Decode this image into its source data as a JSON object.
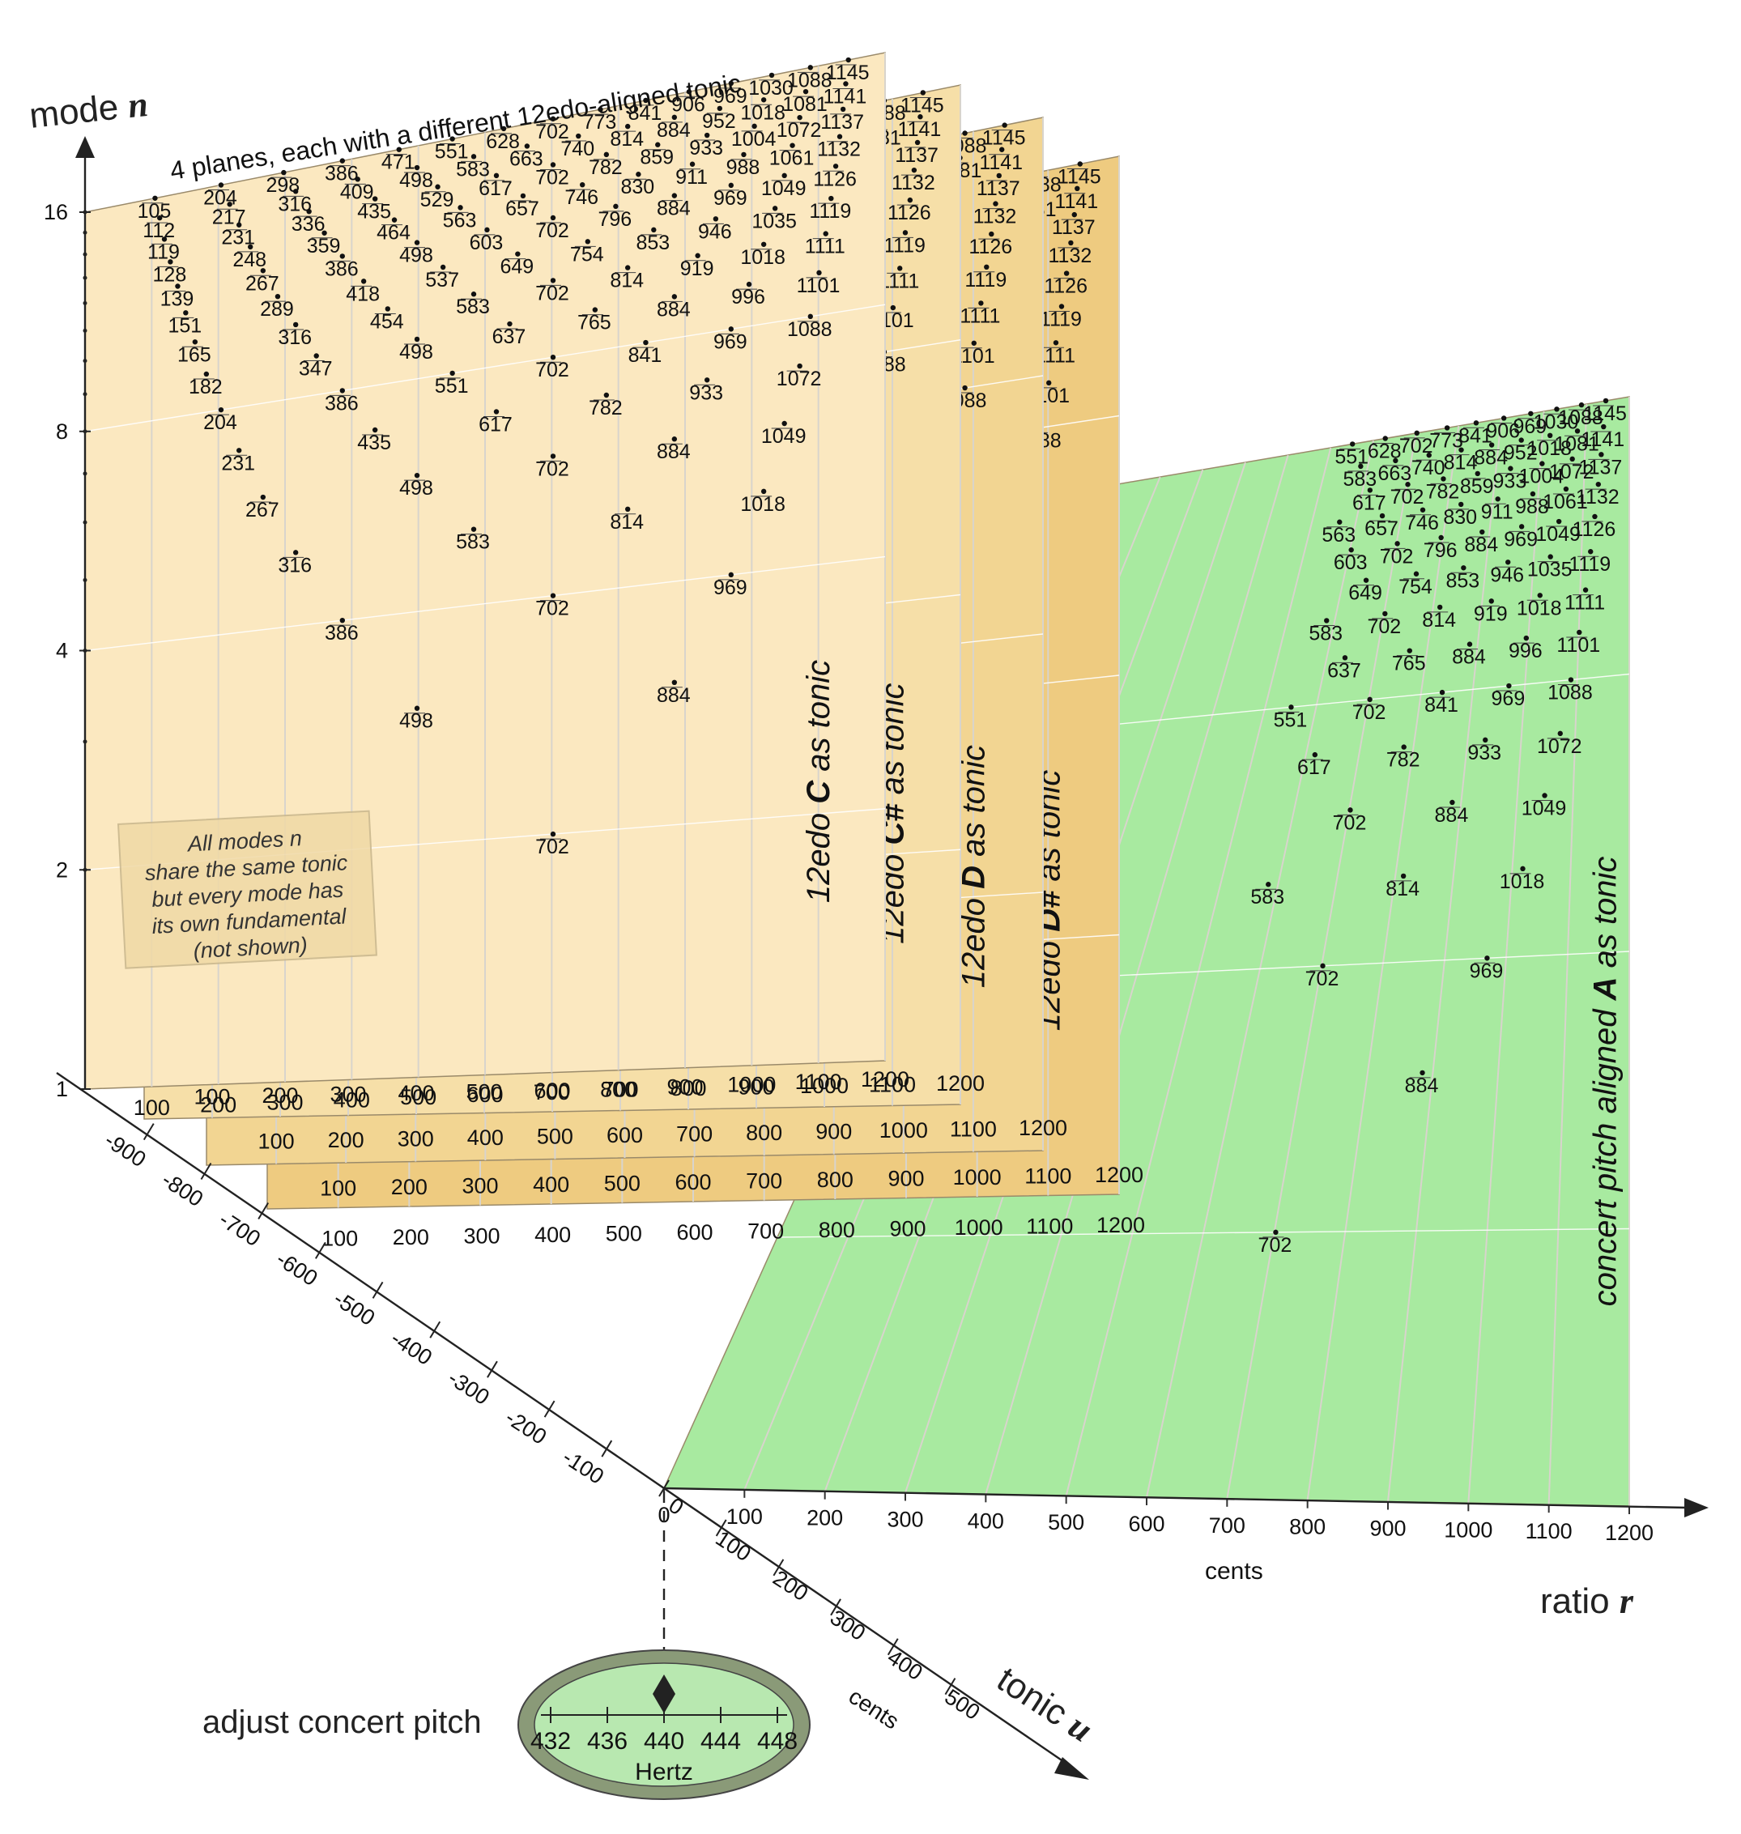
{
  "figure": {
    "mode_axis_label": "mode",
    "mode_axis_var": "n",
    "ratio_axis_label": "ratio",
    "ratio_axis_var": "r",
    "tonic_axis_label": "tonic",
    "tonic_axis_var": "u",
    "cents_label": "cents",
    "planes_caption": "4 planes, each with a different 12edo-aligned tonic",
    "note": [
      "All modes n",
      "share the same tonic",
      "but every mode has",
      "its own fundamental",
      "(not shown)"
    ],
    "concert_pitch_label": "adjust concert pitch",
    "hertz_label": "Hertz",
    "hertz_ticks": [
      "432",
      "436",
      "440",
      "444",
      "448"
    ],
    "mode_ticks": [
      "1",
      "2",
      "4",
      "8",
      "16"
    ],
    "ratio_ticks": [
      "0",
      "100",
      "200",
      "300",
      "400",
      "500",
      "600",
      "700",
      "800",
      "900",
      "1000",
      "1100",
      "1200"
    ],
    "ratio_ticks_short": [
      "100",
      "200",
      "300",
      "400",
      "500",
      "600",
      "700",
      "800",
      "900",
      "1000",
      "1100",
      "1200"
    ],
    "tonic_ticks_neg": [
      "-900",
      "-800",
      "-700",
      "-600",
      "-500",
      "-400",
      "-300",
      "-200",
      "-100"
    ],
    "tonic_ticks_pos": [
      "0",
      "100",
      "200",
      "300",
      "400",
      "500"
    ],
    "plane_titles": [
      {
        "prefix": "12edo ",
        "key": "C",
        "suffix": " as tonic"
      },
      {
        "prefix": "12edo ",
        "key": "C#",
        "suffix": " as tonic"
      },
      {
        "prefix": "12edo ",
        "key": "D",
        "suffix": " as tonic"
      },
      {
        "prefix": "12edo ",
        "key": "D#",
        "suffix": " as tonic"
      },
      {
        "prefix": "concert pitch aligned ",
        "key": "A",
        "suffix": " as tonic"
      }
    ],
    "colors": {
      "plane_c": "#fbe8c0",
      "plane_cs": "#f6dfa8",
      "plane_d": "#f2d592",
      "plane_ds": "#eecb80",
      "plane_a": "#a8eaa0",
      "dial_outer": "#8a9a78",
      "dial_inner": "#b8e8b0"
    }
  },
  "chart_data": {
    "type": "scatter",
    "description_units": "harmonic n over mode m, value in cents",
    "modes": [
      {
        "n": 2,
        "cents": [
          702
        ]
      },
      {
        "n": 3,
        "cents": [
          498,
          884
        ]
      },
      {
        "n": 4,
        "cents": [
          386,
          702,
          969
        ]
      },
      {
        "n": 5,
        "cents": [
          316,
          583,
          814,
          1018
        ]
      },
      {
        "n": 6,
        "cents": [
          267,
          498,
          702,
          884,
          1049
        ]
      },
      {
        "n": 7,
        "cents": [
          231,
          435,
          617,
          782,
          933,
          1072
        ]
      },
      {
        "n": 8,
        "cents": [
          204,
          386,
          551,
          702,
          841,
          969,
          1088
        ]
      },
      {
        "n": 9,
        "cents": [
          182,
          347,
          498,
          637,
          765,
          884,
          996,
          1101
        ]
      },
      {
        "n": 10,
        "cents": [
          165,
          316,
          454,
          583,
          702,
          814,
          919,
          1018,
          1111
        ]
      },
      {
        "n": 11,
        "cents": [
          151,
          289,
          418,
          537,
          649,
          754,
          853,
          946,
          1035,
          1119
        ]
      },
      {
        "n": 12,
        "cents": [
          139,
          267,
          386,
          498,
          603,
          702,
          796,
          884,
          969,
          1049,
          1126
        ]
      },
      {
        "n": 13,
        "cents": [
          128,
          248,
          359,
          464,
          563,
          657,
          746,
          830,
          911,
          988,
          1061,
          1132
        ]
      },
      {
        "n": 14,
        "cents": [
          119,
          231,
          336,
          435,
          529,
          617,
          702,
          782,
          859,
          933,
          1004,
          1072,
          1137
        ]
      },
      {
        "n": 15,
        "cents": [
          112,
          217,
          316,
          409,
          498,
          583,
          663,
          740,
          814,
          884,
          952,
          1018,
          1081,
          1141
        ]
      },
      {
        "n": 16,
        "cents": [
          105,
          204,
          298,
          386,
          471,
          551,
          628,
          702,
          773,
          841,
          906,
          969,
          1030,
          1088,
          1145
        ]
      }
    ]
  }
}
